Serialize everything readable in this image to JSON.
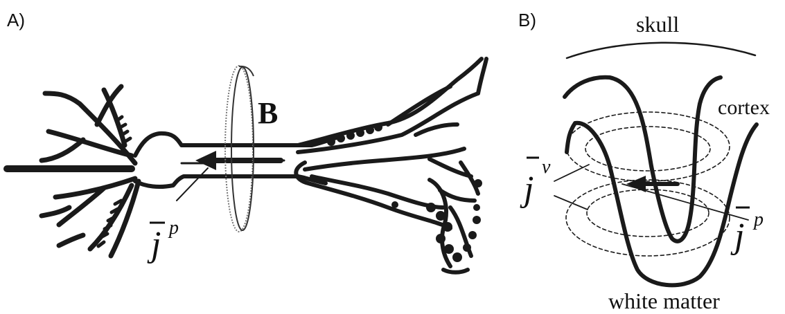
{
  "panel_a": {
    "label": "A)",
    "field_label": "B",
    "current_symbol": "j",
    "current_superscript": "p"
  },
  "panel_b": {
    "label": "B)",
    "skull_label": "skull",
    "cortex_label": "cortex",
    "white_matter_label": "white matter",
    "volume_current_symbol": "j",
    "volume_current_superscript": "v",
    "primary_current_symbol": "j",
    "primary_current_superscript": "p"
  }
}
